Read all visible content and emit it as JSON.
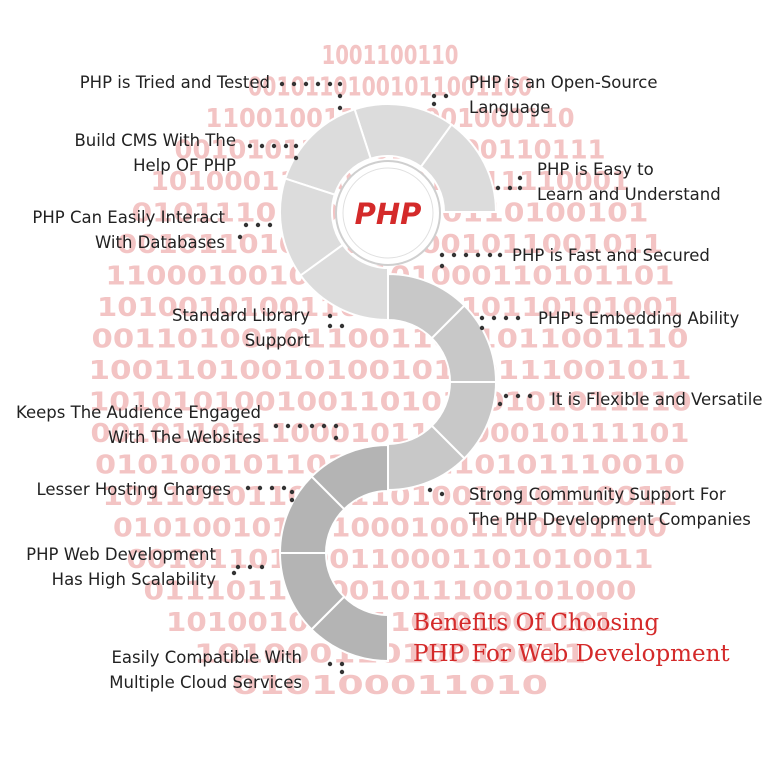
{
  "center_label": "PHP",
  "binary_rows": [
    "1001100110",
    "00101101001011001100",
    "1100100110101001000110",
    "001010110100101000110111",
    "10100011010010010111110001",
    "0101110110110000110100101",
    "001011010001110001011001011",
    "1100010010001101000110101101",
    "10100101001101001110110101001",
    "0011010010110011001011001110",
    "1001101001010010100111001011",
    "10101010010011010110101011110",
    "001011011100010110100010111101",
    "0101001011010010110101110010",
    "1011010110001101001010110011",
    "0101001010110001001100101100",
    "00101101100110001101010011",
    "011101101001011100101000",
    "1010010110110101001101",
    "10100011010010011",
    "010100011010"
  ],
  "benefits_left": [
    {
      "lines": [
        "PHP is Tried and Tested"
      ]
    },
    {
      "lines": [
        "Build CMS With The",
        "Help OF PHP"
      ]
    },
    {
      "lines": [
        "PHP Can Easily Interact",
        "With Databases"
      ]
    },
    {
      "lines": [
        "Standard Library",
        "Support"
      ]
    },
    {
      "lines": [
        "Keeps The Audience Engaged",
        "With The Websites"
      ]
    },
    {
      "lines": [
        "Lesser Hosting Charges"
      ]
    },
    {
      "lines": [
        "PHP Web Development",
        "Has High Scalability"
      ]
    },
    {
      "lines": [
        "Easily Compatible With",
        "Multiple Cloud Services"
      ]
    }
  ],
  "benefits_right": [
    {
      "lines": [
        "PHP is an Open-Source",
        "Language"
      ]
    },
    {
      "lines": [
        "PHP is Easy to",
        "Learn and Understand"
      ]
    },
    {
      "lines": [
        "PHP is Fast and Secured"
      ]
    },
    {
      "lines": [
        "PHP's Embedding Ability"
      ]
    },
    {
      "lines": [
        "It is Flexible and Versatile"
      ]
    },
    {
      "lines": [
        "Strong Community Support For",
        "The PHP Development Companies"
      ]
    }
  ],
  "footer_title": [
    "Benefits Of Choosing",
    "PHP For Web Development"
  ],
  "colors": {
    "accent": "#d42a2a",
    "binary_text": "#f3c4c4",
    "band_light": "#dcdcdc",
    "band_mid": "#c8c8c8",
    "band_dark": "#b4b4b4",
    "band_divider": "#ffffff",
    "dots": "#333333",
    "text": "#222222"
  }
}
